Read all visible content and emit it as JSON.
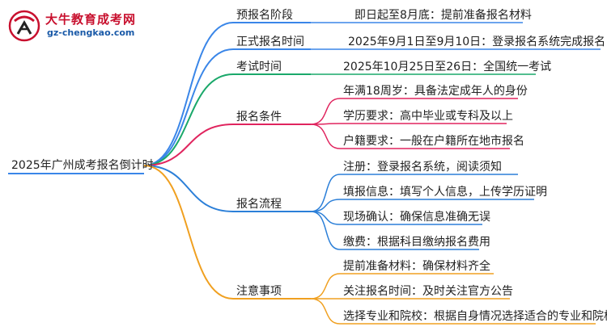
{
  "logo": {
    "name": "大牛教育成考网",
    "url": "gz-chengkao.com"
  },
  "root": {
    "label": "2025年广州成考报名倒计时"
  },
  "branches": [
    {
      "label": "预报名阶段",
      "color": "#3a86e8",
      "leaves": [
        {
          "text": "即日起至8月底：提前准备报名材料"
        }
      ]
    },
    {
      "label": "正式报名时间",
      "color": "#3a86e8",
      "leaves": [
        {
          "text": "2025年9月1日至9月10日：登录报名系统完成报名"
        }
      ]
    },
    {
      "label": "考试时间",
      "color": "#1aa86a",
      "leaves": [
        {
          "text": "2025年10月25日至26日：全国统一考试"
        }
      ]
    },
    {
      "label": "报名条件",
      "color": "#e0245e",
      "leaves": [
        {
          "text": "年满18周岁：具备法定成年人的身份"
        },
        {
          "text": "学历要求：高中毕业或专科及以上"
        },
        {
          "text": "户籍要求：一般在户籍所在地市报名"
        }
      ]
    },
    {
      "label": "报名流程",
      "color": "#2b7fd8",
      "leaves": [
        {
          "text": "注册：登录报名系统，阅读须知"
        },
        {
          "text": "填报信息：填写个人信息，上传学历证明"
        },
        {
          "text": "现场确认：确保信息准确无误"
        },
        {
          "text": "缴费：根据科目缴纳报名费用"
        }
      ]
    },
    {
      "label": "注意事项",
      "color": "#f0a020",
      "leaves": [
        {
          "text": "提前准备材料：确保材料齐全"
        },
        {
          "text": "关注报名时间：及时关注官方公告"
        },
        {
          "text": "选择专业和院校：根据自身情况选择适合的专业和院校"
        }
      ]
    }
  ]
}
